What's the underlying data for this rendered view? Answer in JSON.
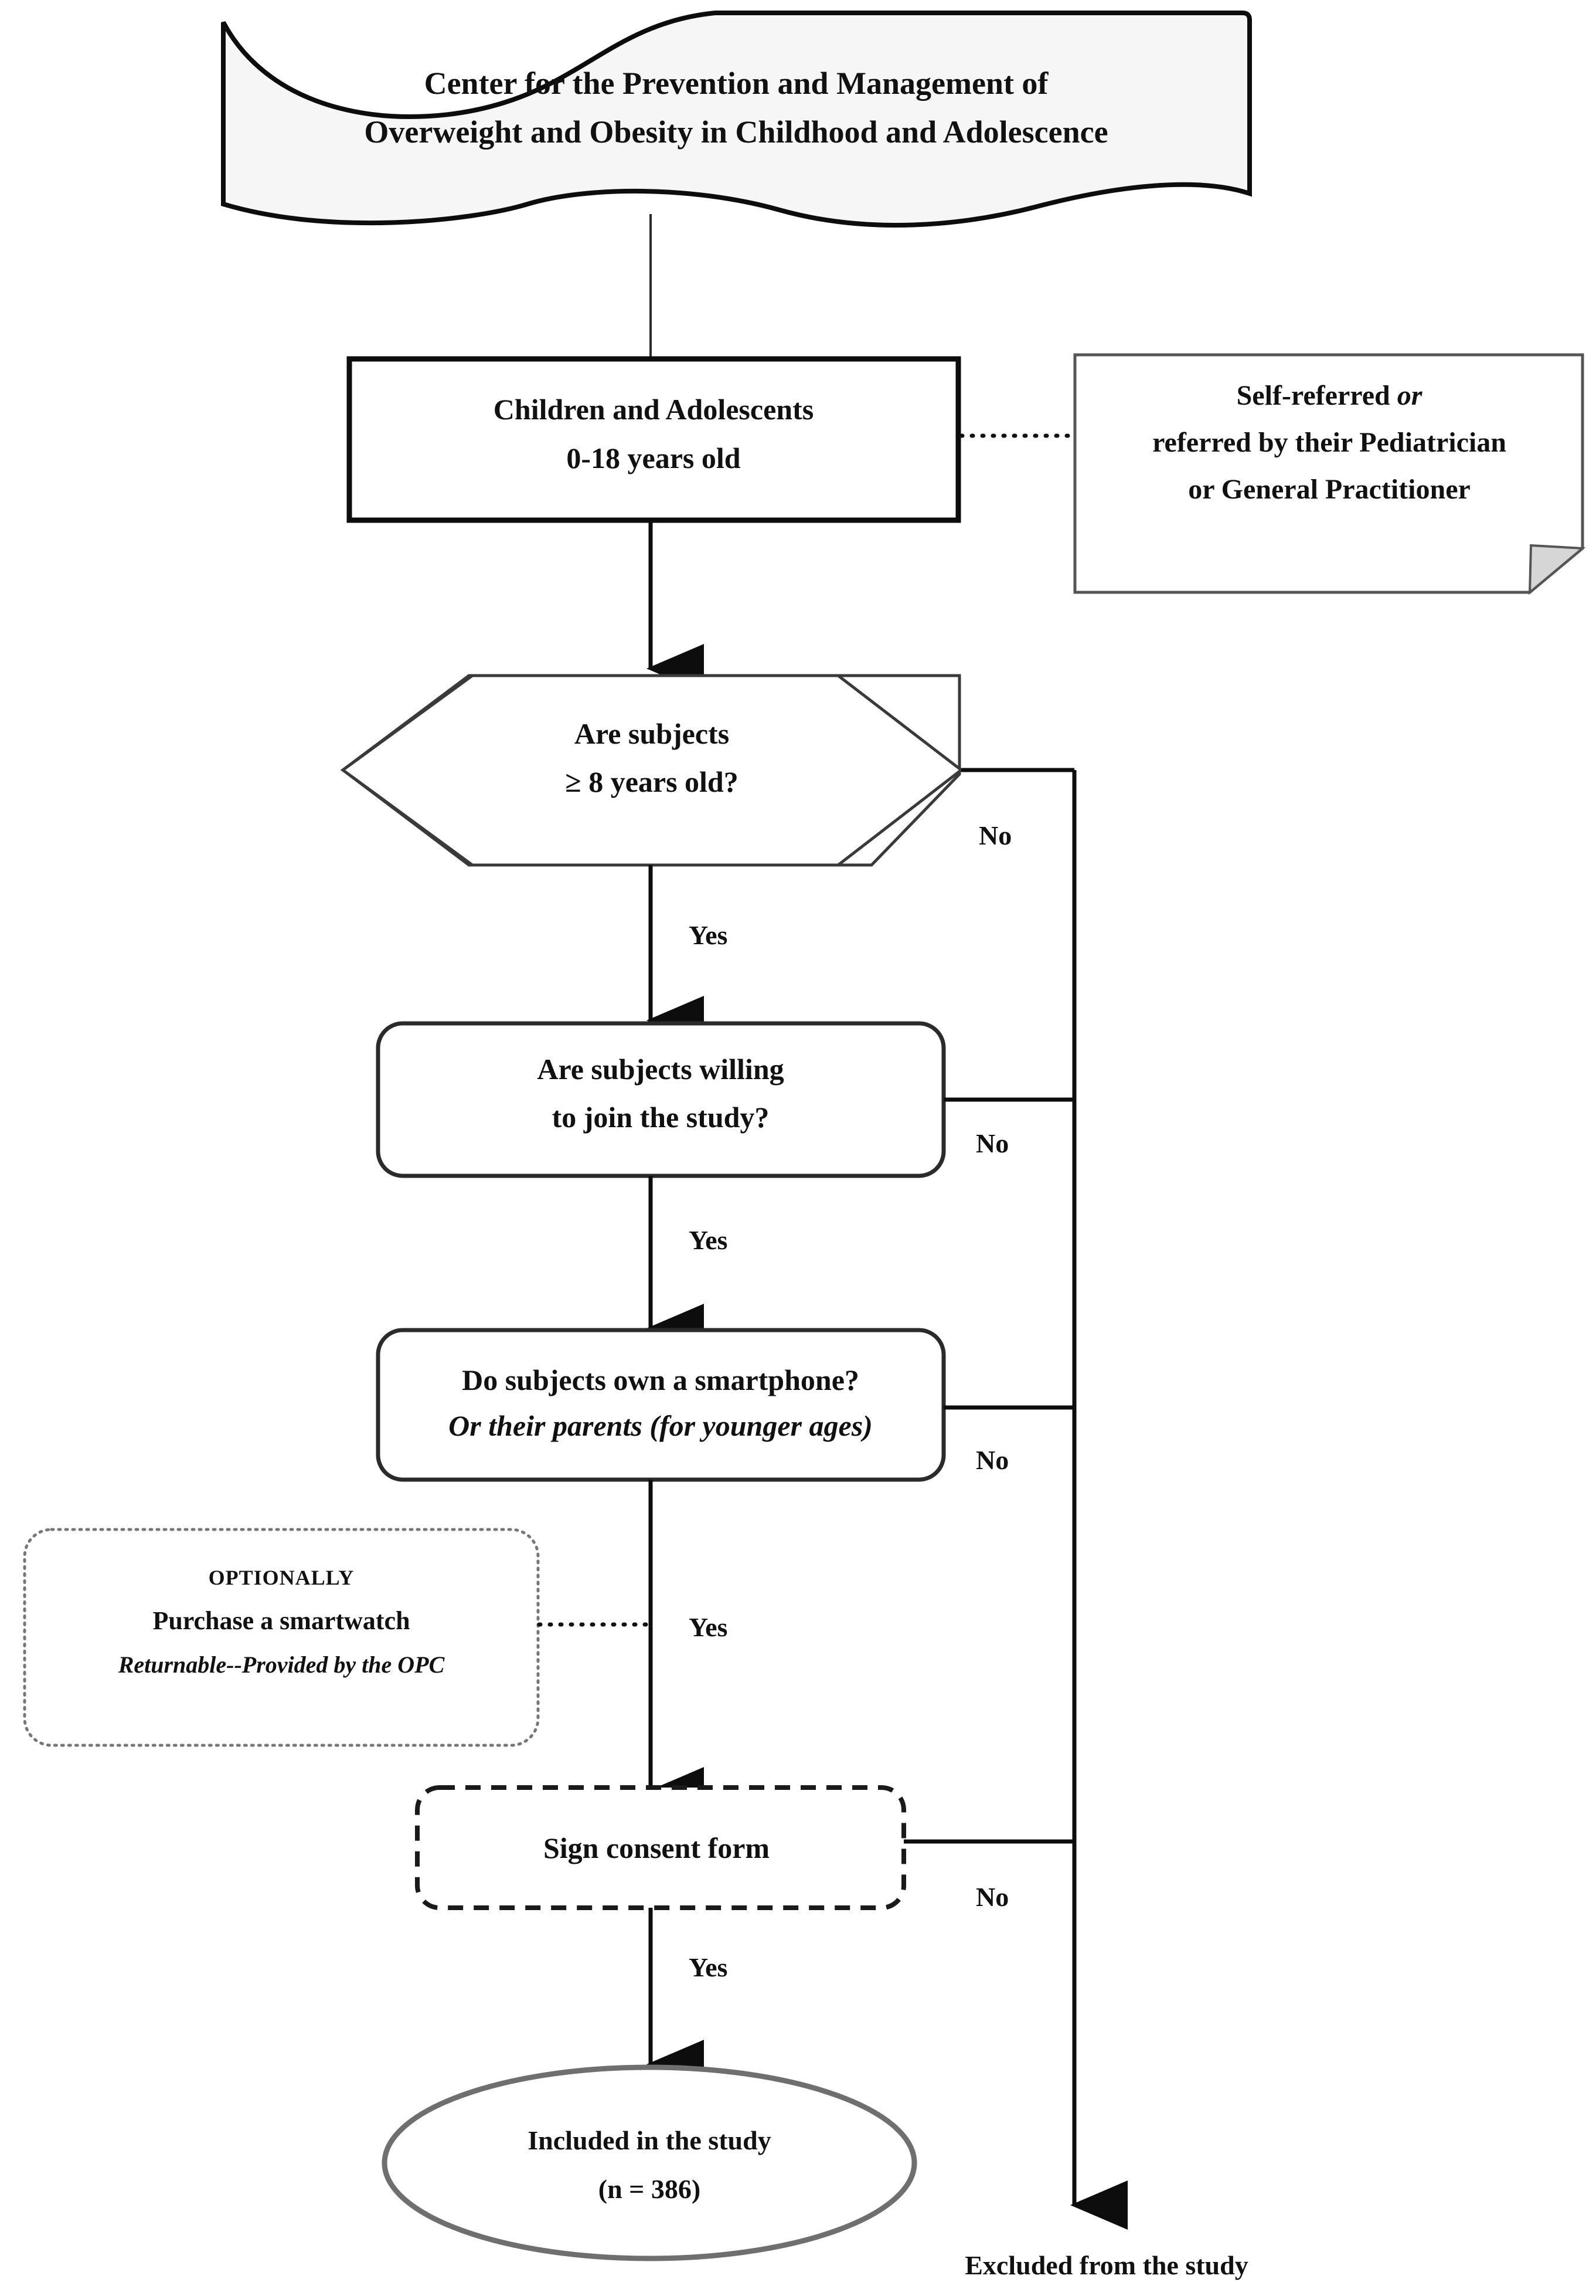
{
  "diagram": {
    "title_banner": {
      "line1": "Center for the Prevention and Management of",
      "line2": "Overweight and Obesity in Childhood and Adolescence"
    },
    "population_box": {
      "line1": "Children and Adolescents",
      "line2": "0-18 years old"
    },
    "referral_note": {
      "line1_a": "Self-referred ",
      "line1_b": "or",
      "line2": "referred by their Pediatrician",
      "line3": "or General Practitioner"
    },
    "decision_age": {
      "line1": "Are subjects",
      "line2": "≥ 8 years old?"
    },
    "decision_willing": {
      "line1": "Are subjects willing",
      "line2": "to join the study?"
    },
    "decision_smartphone": {
      "line1": "Do subjects own a smartphone?",
      "line2": "Or their parents (for younger ages)"
    },
    "optional_note": {
      "line1": "OPTIONALLY",
      "line2": "Purchase a smartwatch",
      "line3": "Returnable--Provided by the OPC"
    },
    "consent_step": {
      "label": "Sign consent form"
    },
    "included_outcome": {
      "line1": "Included in the study",
      "line2": "(n = 386)"
    },
    "excluded_outcome": {
      "label": "Excluded from the study"
    },
    "branch_labels": {
      "yes_age": "Yes",
      "no_age": "No",
      "yes_willing": "Yes",
      "no_willing": "No",
      "yes_smartphone": "Yes",
      "no_smartphone": "No",
      "yes_consent": "Yes",
      "no_consent": "No"
    },
    "colors": {
      "banner_fill": "#f6f6f6",
      "stroke_dark": "#0d0d0d",
      "stroke_gray": "#6f6f6f",
      "fold_fill": "#d6d6d6",
      "text": "#111111",
      "background": "#ffffff"
    }
  }
}
